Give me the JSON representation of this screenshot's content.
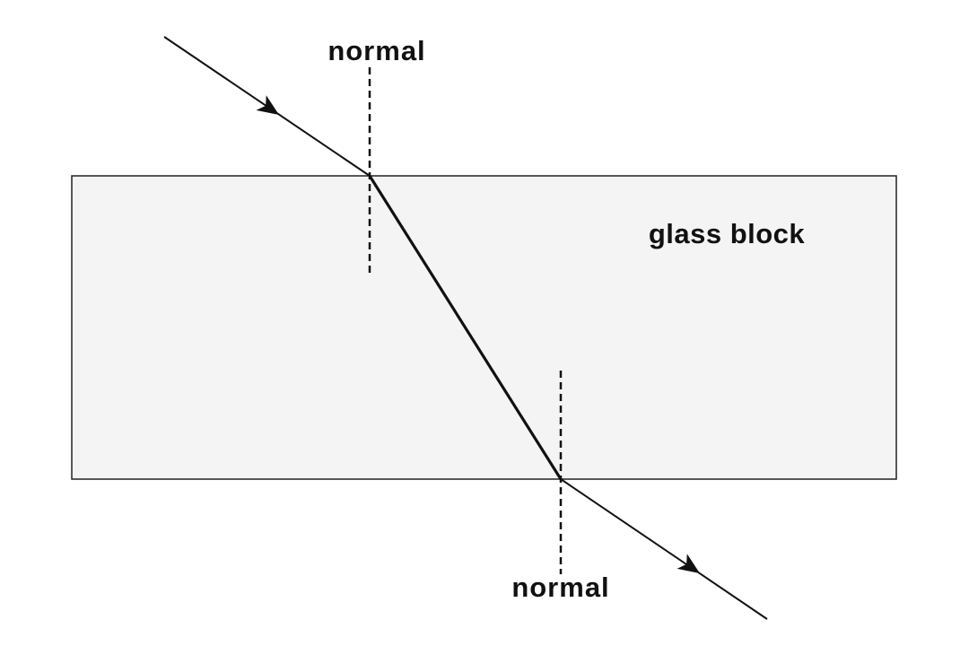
{
  "diagram": {
    "block_label": "glass block",
    "normal_top_label": "normal",
    "normal_bottom_label": "normal"
  },
  "colors": {
    "block_fill": "#f4f4f4",
    "block_stroke": "#222222",
    "ray": "#111111",
    "normal_line": "#111111"
  }
}
